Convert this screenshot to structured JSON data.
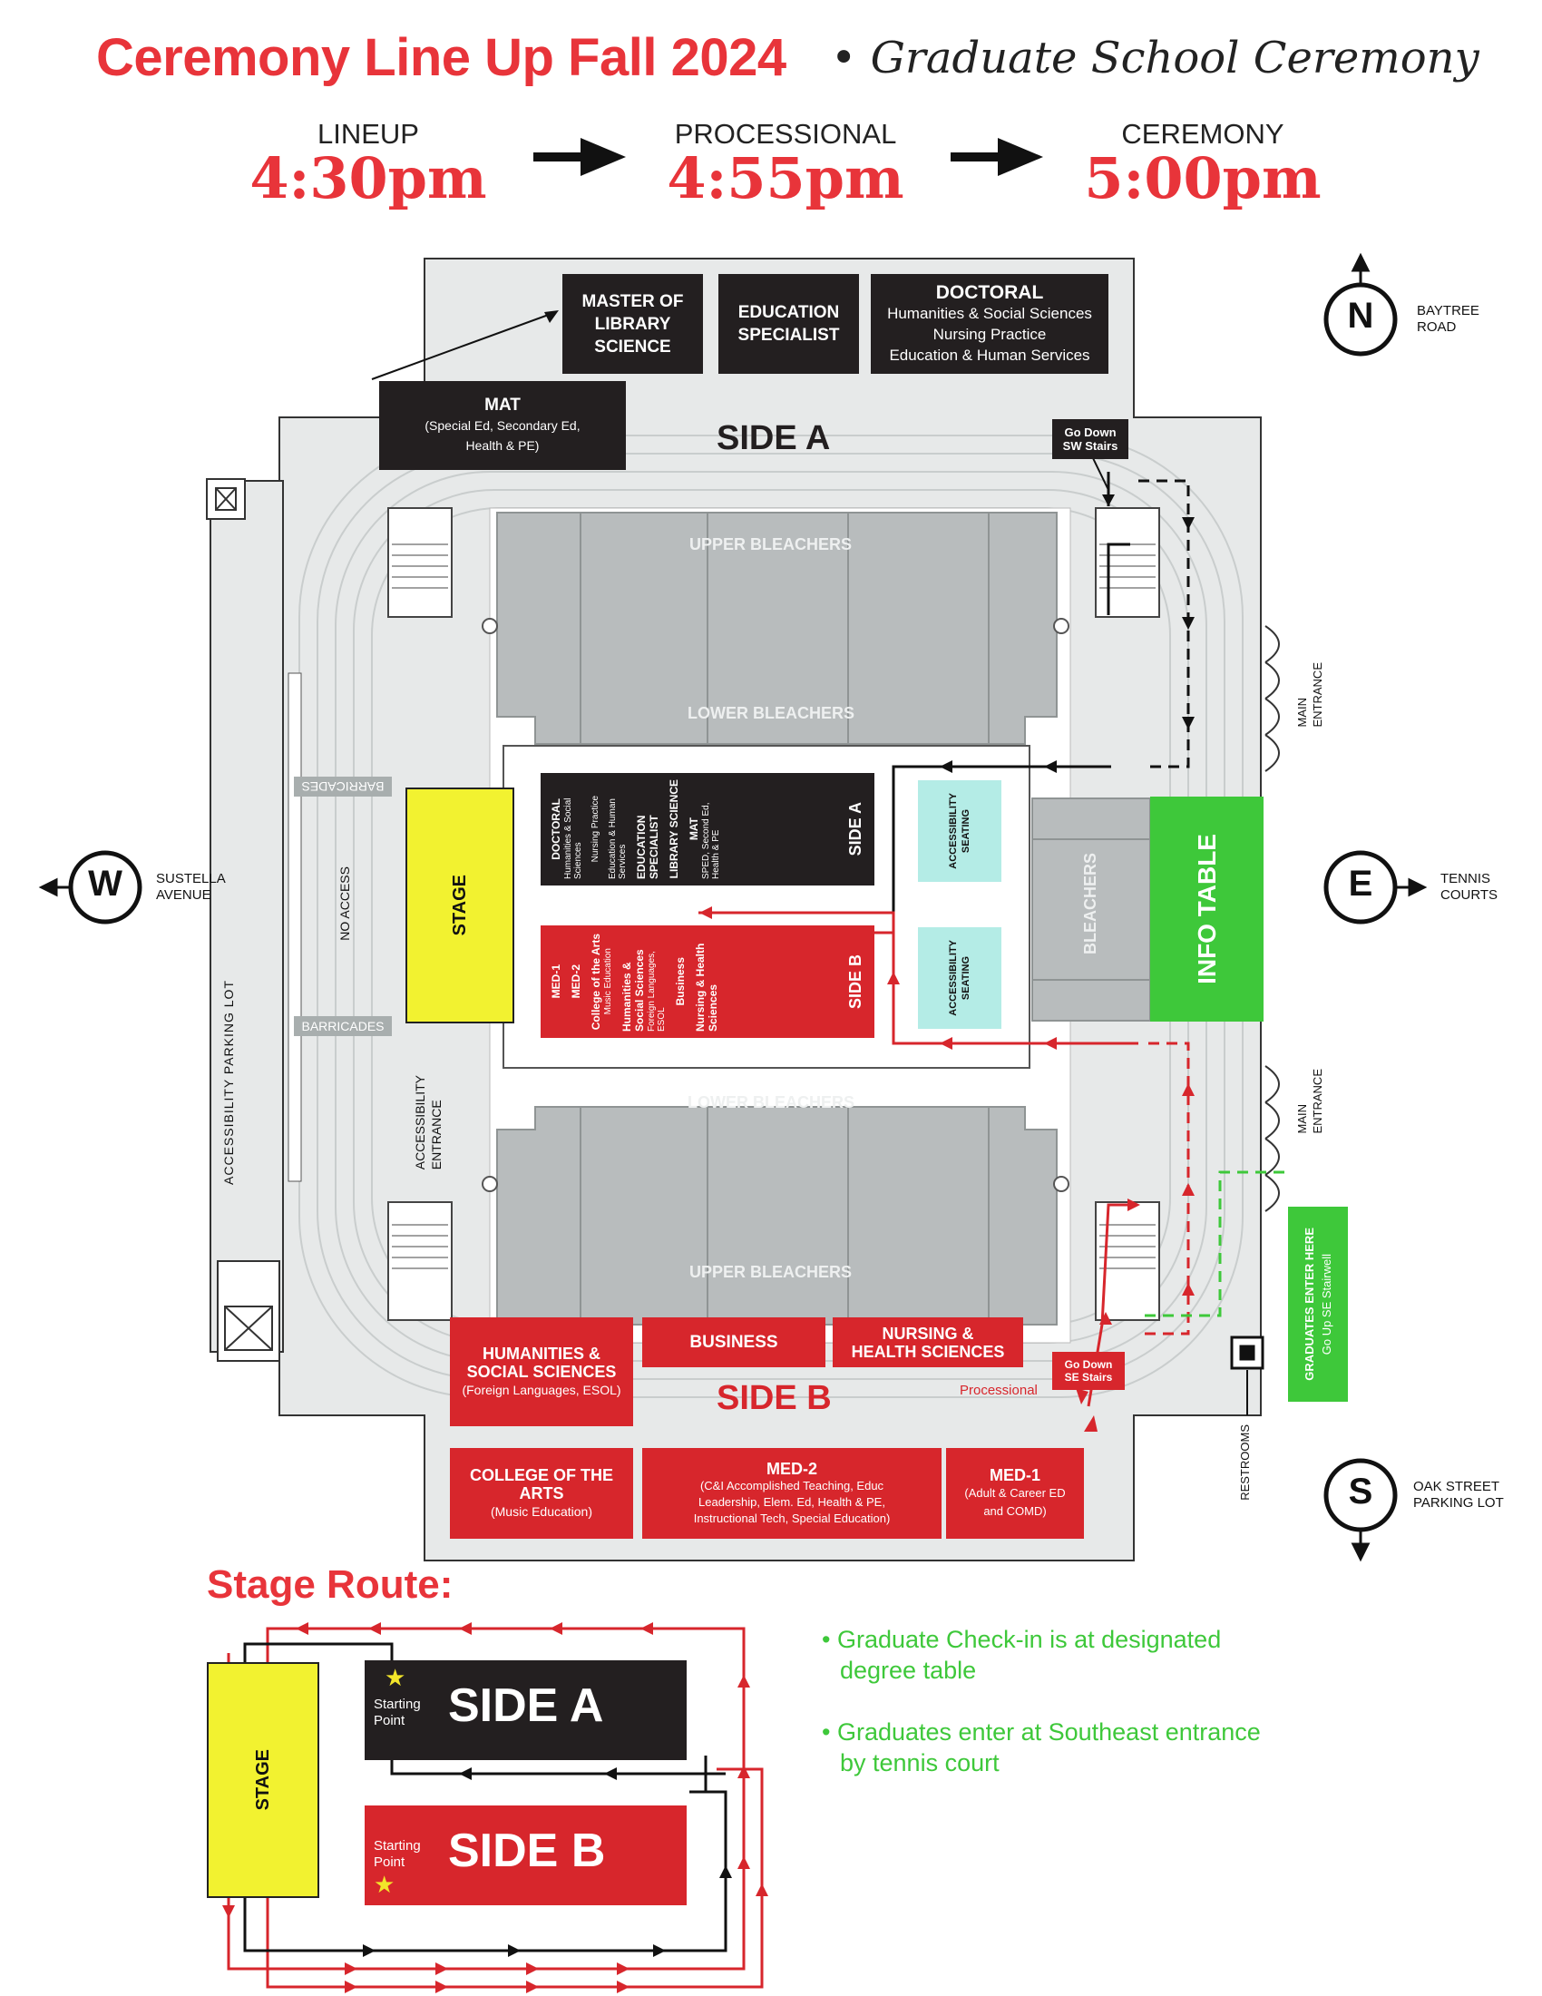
{
  "header": {
    "title": "Ceremony Line Up Fall 2024",
    "bullet": "•",
    "subtitle": "Graduate School Ceremony"
  },
  "timeline": [
    {
      "label": "LINEUP",
      "time": "4:30pm"
    },
    {
      "label": "PROCESSIONAL",
      "time": "4:55pm"
    },
    {
      "label": "CEREMONY",
      "time": "5:00pm"
    }
  ],
  "compass": {
    "north": {
      "letter": "N",
      "label_1": "BAYTREE",
      "label_2": "ROAD"
    },
    "west": {
      "letter": "W",
      "label_1": "SUSTELLA",
      "label_2": "AVENUE"
    },
    "east": {
      "letter": "E",
      "label_1": "TENNIS",
      "label_2": "COURTS"
    },
    "south": {
      "letter": "S",
      "label_1": "OAK STREET",
      "label_2": "PARKING LOT"
    }
  },
  "lineup_side_a": {
    "master_library": [
      "MASTER OF",
      "LIBRARY",
      "SCIENCE"
    ],
    "education_specialist": [
      "EDUCATION",
      "SPECIALIST"
    ],
    "doctoral": {
      "title": "DOCTORAL",
      "lines": [
        "Humanities & Social Sciences",
        "Nursing Practice",
        "Education & Human Services"
      ]
    },
    "mat": {
      "title": "MAT",
      "lines": [
        "(Special Ed, Secondary Ed,",
        "Health & PE)"
      ]
    },
    "label": "SIDE A",
    "go_down": [
      "Go Down",
      "SW Stairs"
    ]
  },
  "lineup_side_b": {
    "humanities": {
      "title_1": "HUMANITIES &",
      "title_2": "SOCIAL SCIENCES",
      "sub": "(Foreign Languages, ESOL)"
    },
    "business": "BUSINESS",
    "nursing": [
      "NURSING &",
      "HEALTH SCIENCES"
    ],
    "college_arts": {
      "title_1": "COLLEGE OF THE",
      "title_2": "ARTS",
      "sub": "(Music Education)"
    },
    "med2": {
      "title": "MED-2",
      "lines": [
        "(C&I Accomplished Teaching, Educ",
        "Leadership, Elem. Ed, Health & PE,",
        "Instructional Tech, Special Education)"
      ]
    },
    "med1": {
      "title": "MED-1",
      "lines": [
        "(Adult & Career ED",
        "and COMD)"
      ]
    },
    "label": "SIDE B",
    "processional": "Processional",
    "go_down": [
      "Go Down",
      "SE Stairs"
    ]
  },
  "arena": {
    "upper_bleachers": "UPPER BLEACHERS",
    "lower_bleachers": "LOWER BLEACHERS",
    "bleachers": "BLEACHERS",
    "info_table": "INFO TABLE",
    "stage": "STAGE",
    "barricades": "BARRICADES",
    "no_access": "NO ACCESS",
    "accessibility_parking": "ACCESSIBILITY PARKING LOT",
    "accessibility_entrance": [
      "ACCESSIBILITY",
      "ENTRANCE"
    ],
    "accessibility_seating": [
      "ACCESSIBILITY",
      "SEATING"
    ],
    "main_entrance": [
      "MAIN",
      "ENTRANCE"
    ],
    "restrooms": "RESTROOMS",
    "graduates_enter": [
      "GRADUATES ENTER HERE",
      "Go Up SE Stairwell"
    ]
  },
  "floor_side_a": {
    "items": [
      {
        "title": "DOCTORAL",
        "sub": "Humanities & Social Sciences"
      },
      {
        "title": "",
        "sub": "Nursing Practice"
      },
      {
        "title": "",
        "sub": "Education & Human Services"
      },
      {
        "title": "EDUCATION SPECIALIST",
        "sub": ""
      },
      {
        "title": "LIBRARY SCIENCE",
        "sub": ""
      },
      {
        "title": "MAT",
        "sub": "SPED, Second Ed, Health & PE"
      }
    ],
    "label": "SIDE A"
  },
  "floor_side_b": {
    "items": [
      {
        "title": "MED-1",
        "sub": ""
      },
      {
        "title": "MED-2",
        "sub": ""
      },
      {
        "title": "College of the Arts",
        "sub": "Music Education"
      },
      {
        "title": "Humanities & Social Sciences",
        "sub": "Foreign Languages, ESOL"
      },
      {
        "title": "Business",
        "sub": ""
      },
      {
        "title": "Nursing & Health Sciences",
        "sub": ""
      }
    ],
    "label": "SIDE B"
  },
  "stage_route": {
    "title": "Stage Route:",
    "stage": "STAGE",
    "side_a": "SIDE A",
    "side_b": "SIDE B",
    "starting_point": [
      "Starting",
      "Point"
    ]
  },
  "notes": [
    [
      "Graduate Check-in is at designated",
      "degree table"
    ],
    [
      "Graduates enter at Southeast entrance",
      "by tennis court"
    ]
  ],
  "colors": {
    "red": "#d7262c",
    "title_red": "#e8343a",
    "black": "#231f20",
    "green": "#3ec83a",
    "yellow": "#f2f230",
    "aqua": "#b4ece6",
    "bleacher_gray": "#b8bcbd",
    "floor": "#e7e9e9"
  }
}
